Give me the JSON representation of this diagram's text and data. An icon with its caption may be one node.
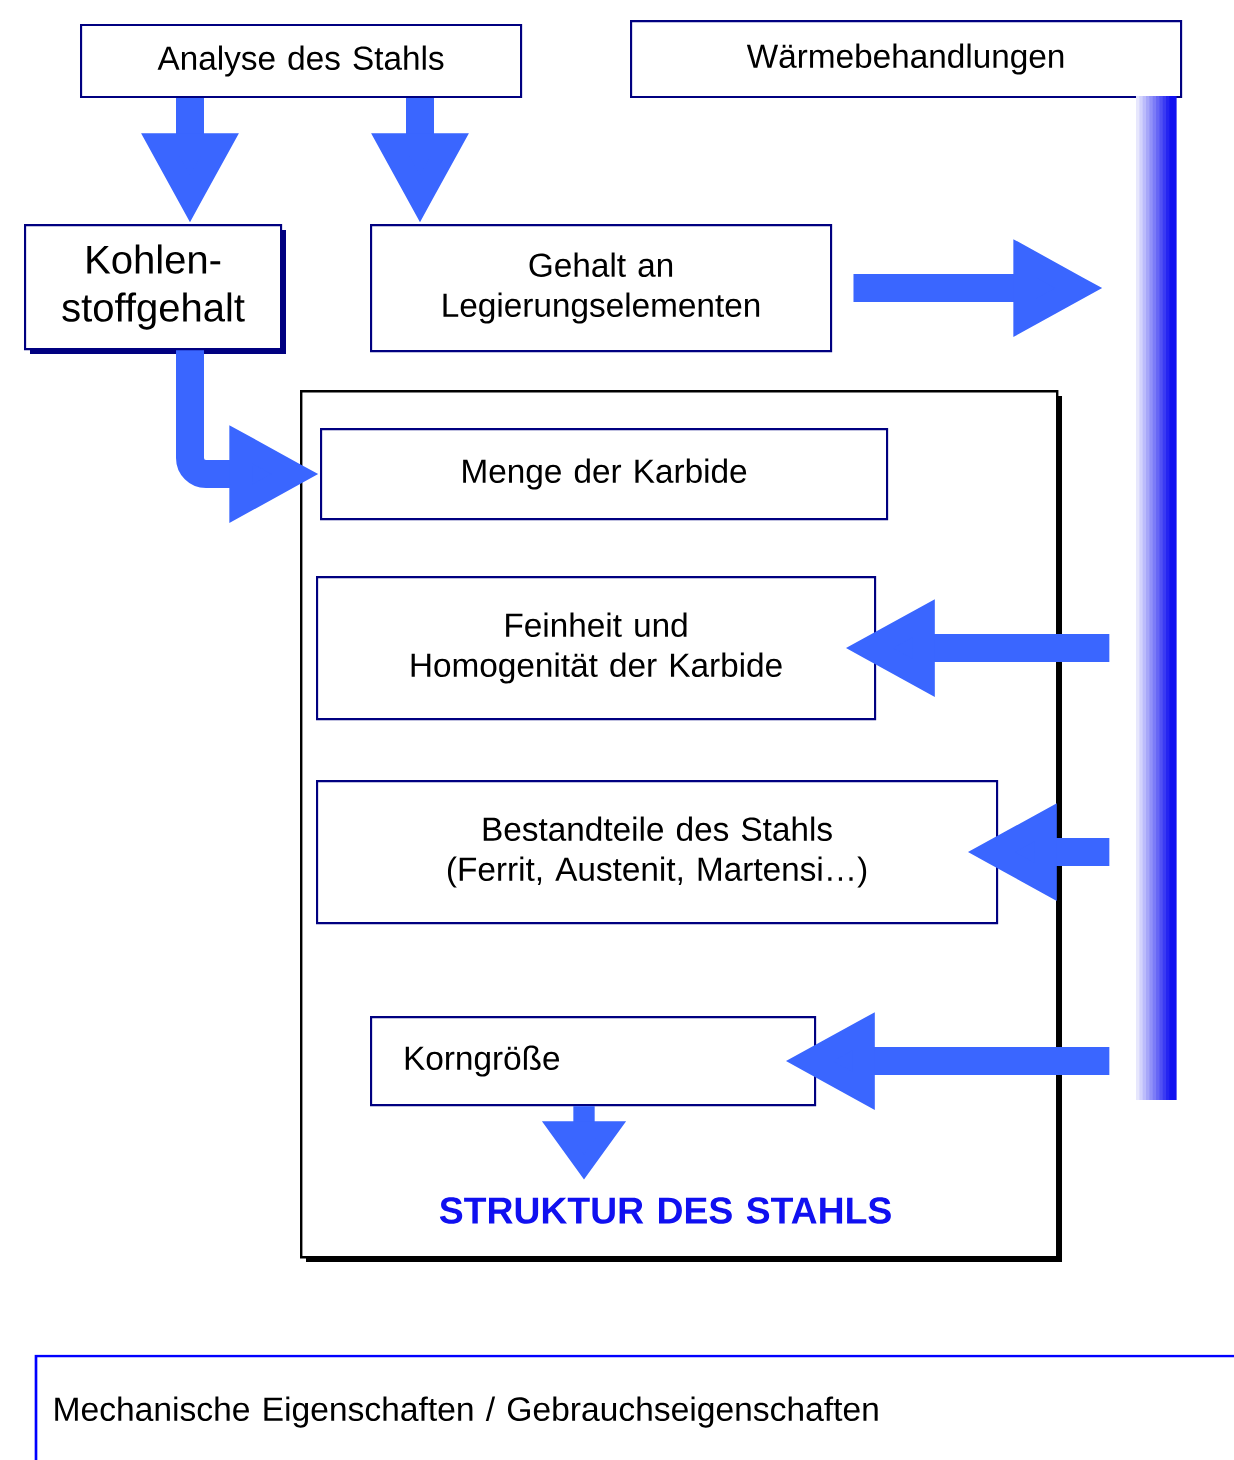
{
  "diagram": {
    "nodes": [
      {
        "text": [
          "Analyse des Stahls"
        ]
      },
      {
        "text": [
          "Wärmebehandlungen"
        ]
      },
      {
        "text": [],
        "shape": "bar"
      },
      {
        "text": [
          "Kohlen- stoffgehalt"
        ]
      },
      {
        "text": [
          "Gehalt an Legierungselementen"
        ]
      },
      {
        "text": [],
        "shape": "box"
      },
      {
        "text": [
          "Menge der Karbide"
        ],
        "in": 5
      },
      {
        "text": [
          "Feinheit und Homogenität der Karbide"
        ],
        "in": 5
      },
      {
        "text": [
          "Bestandteile des Stahls (Ferrit, Austenit, Martensi…)"
        ],
        "in": 5
      },
      {
        "text": [
          "Korngröße"
        ],
        "in": 5
      },
      {
        "text": [
          "STRUKTUR DES STAHLS"
        ],
        "in": 5
      },
      {
        "text": [
          "Mechanische Eigenschaften / Gebrauchseigenschaften"
        ]
      }
    ],
    "edges": [
      {
        "from": 0,
        "to": 3,
        "arrow": "to"
      },
      {
        "from": 0,
        "to": 4,
        "arrow": "to"
      },
      {
        "from": 3,
        "to": 6,
        "arrow": "to"
      },
      {
        "from": 4,
        "to": 2,
        "arrow": "to"
      },
      {
        "from": 2,
        "to": 7,
        "arrow": "to"
      },
      {
        "from": 2,
        "to": 8,
        "arrow": "to"
      },
      {
        "from": 2,
        "to": 9,
        "arrow": "to"
      },
      {
        "from": 9,
        "to": 10,
        "arrow": "to"
      }
    ]
  }
}
